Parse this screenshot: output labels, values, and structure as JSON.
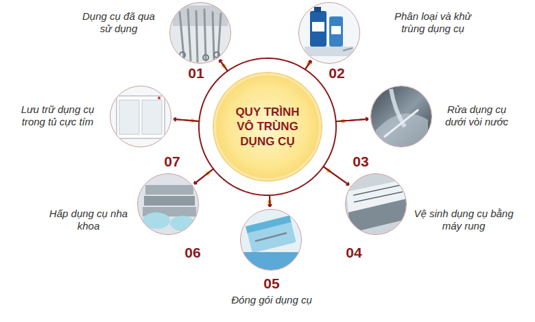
{
  "diagram": {
    "nodes": [
      {
        "text": [
          "QUY TRÌNH VÔ TRÙNG DỤNG CỤ"
        ]
      },
      {
        "text": [
          "Dụng cụ đã qua sử dụng",
          "01"
        ]
      },
      {
        "text": [
          "Phân loại và khử trùng dụng cụ",
          "02"
        ]
      },
      {
        "text": [
          "Rửa dụng cụ dưới vòi nước",
          "03"
        ]
      },
      {
        "text": [
          "Vệ sinh dụng cụ bằng máy rung",
          "04"
        ]
      },
      {
        "text": [
          "Đóng gói dụng cụ",
          "05"
        ]
      },
      {
        "text": [
          "Hấp dụng cụ nha khoa",
          "06"
        ]
      },
      {
        "text": [
          "Lưu trữ dụng cụ trong tủ cực tím",
          "07"
        ]
      }
    ],
    "edges": [
      {
        "from": 1,
        "to": 2,
        "arrow": "to"
      },
      {
        "from": 2,
        "to": 3,
        "arrow": "to"
      },
      {
        "from": 3,
        "to": 4,
        "arrow": "to"
      },
      {
        "from": 4,
        "to": 5,
        "arrow": "to"
      },
      {
        "from": 5,
        "to": 6,
        "arrow": "to"
      },
      {
        "from": 6,
        "to": 7,
        "arrow": "to"
      },
      {
        "from": 7,
        "to": 1,
        "arrow": "to"
      }
    ]
  }
}
